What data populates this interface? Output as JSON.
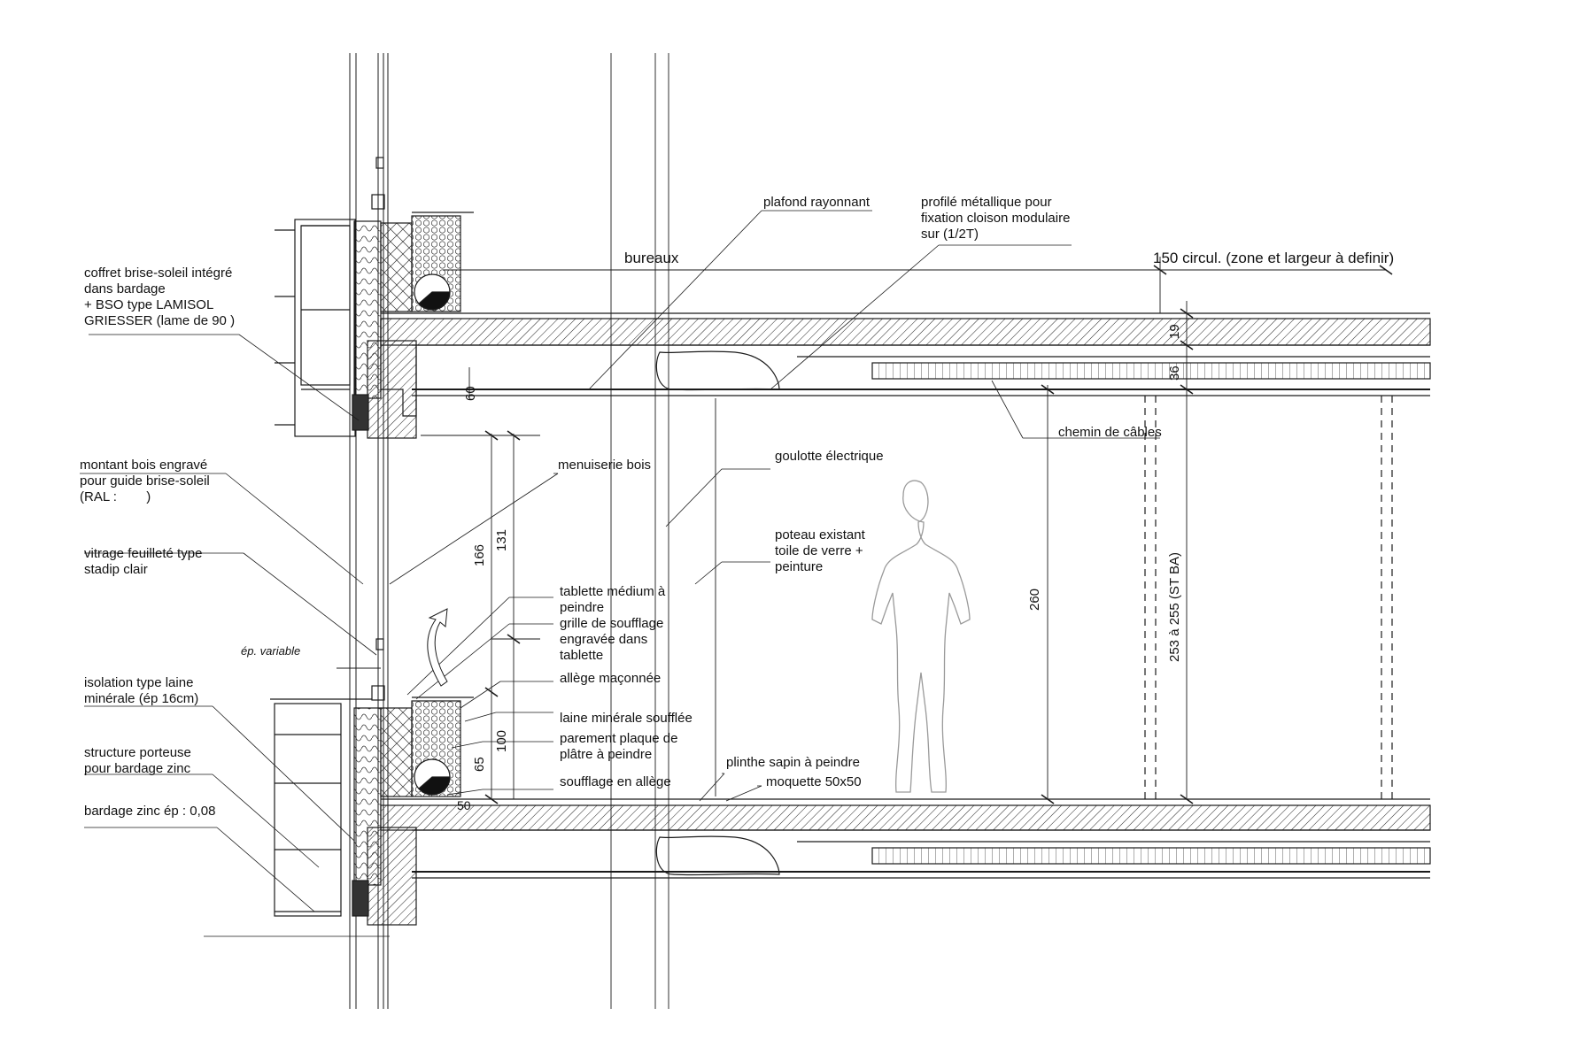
{
  "labels": {
    "coffret": "coffret brise-soleil intégré\ndans bardage\n+ BSO type LAMISOL\nGRIESSER (lame de 90 )",
    "montant": "montant bois engravé\npour guide brise-soleil\n(RAL :        )",
    "vitrage": "vitrage feuilleté type\nstadip clair",
    "ep_variable": "ép. variable",
    "isolation": "isolation type laine\nminérale (ép 16cm)",
    "structure": "structure porteuse\npour bardage zinc",
    "bardage": "bardage zinc ép : 0,08",
    "plafond": "plafond rayonnant",
    "profile": "profilé métallique pour\nfixation cloison modulaire\nsur (1/2T)",
    "bureaux": "bureaux",
    "circul": "150 circul. (zone et largeur à definir)",
    "menuiserie": "menuiserie bois",
    "goulotte": "goulotte électrique",
    "chemin": "chemin de câbles",
    "poteau": "poteau existant\ntoile de verre +\npeinture",
    "tablette": "tablette médium à\npeindre",
    "grille": "grille de soufflage\nengravée dans\ntablette",
    "allege": "allège maçonnée",
    "laine_soufflee": "laine minérale soufflée",
    "parement": "parement plaque de\nplâtre à peindre",
    "plinthe": "plinthe sapin à peindre",
    "soufflage": "soufflage en allège",
    "moquette": "moquette 50x50"
  },
  "dimensions": {
    "d19": "19",
    "d36": "36",
    "d60": "60",
    "d166": "166",
    "d131": "131",
    "d100": "100",
    "d65": "65",
    "d50": "50",
    "d260": "260",
    "d253": "253 à 255 (ST BA)"
  },
  "colors": {
    "line": "#1a1a1a",
    "figure": "#9a9a9a"
  }
}
